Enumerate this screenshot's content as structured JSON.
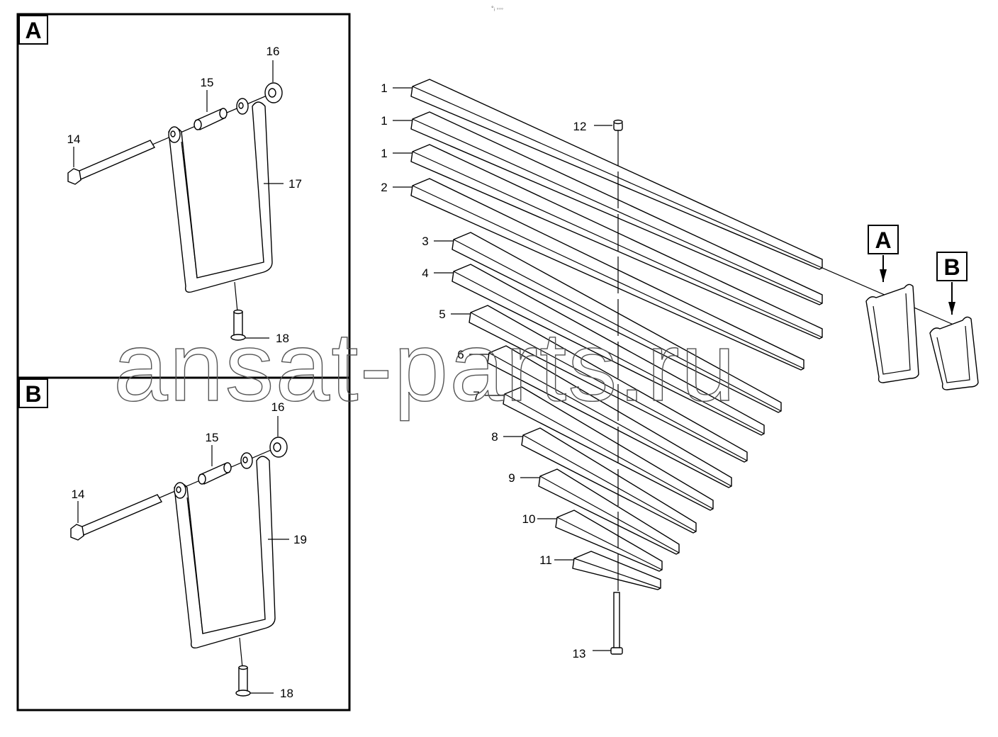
{
  "header_mark": "°ᵢ ◦◦◦",
  "watermark": "ansat-parts.ru",
  "panels": [
    {
      "letter": "A",
      "callouts": {
        "bolt": "14",
        "spacer": "15",
        "nut": "16",
        "link": "17",
        "bushing": "18"
      }
    },
    {
      "letter": "B",
      "callouts": {
        "bolt": "14",
        "spacer": "15",
        "nut": "16",
        "link": "19",
        "bushing": "18"
      }
    }
  ],
  "main": {
    "leaf_callouts": [
      "1",
      "1",
      "1",
      "2",
      "3",
      "4",
      "5",
      "6",
      "7",
      "8",
      "9",
      "10",
      "11"
    ],
    "center_bolt_top": "12",
    "center_bolt": "13",
    "detail_refs": [
      "A",
      "B"
    ]
  }
}
